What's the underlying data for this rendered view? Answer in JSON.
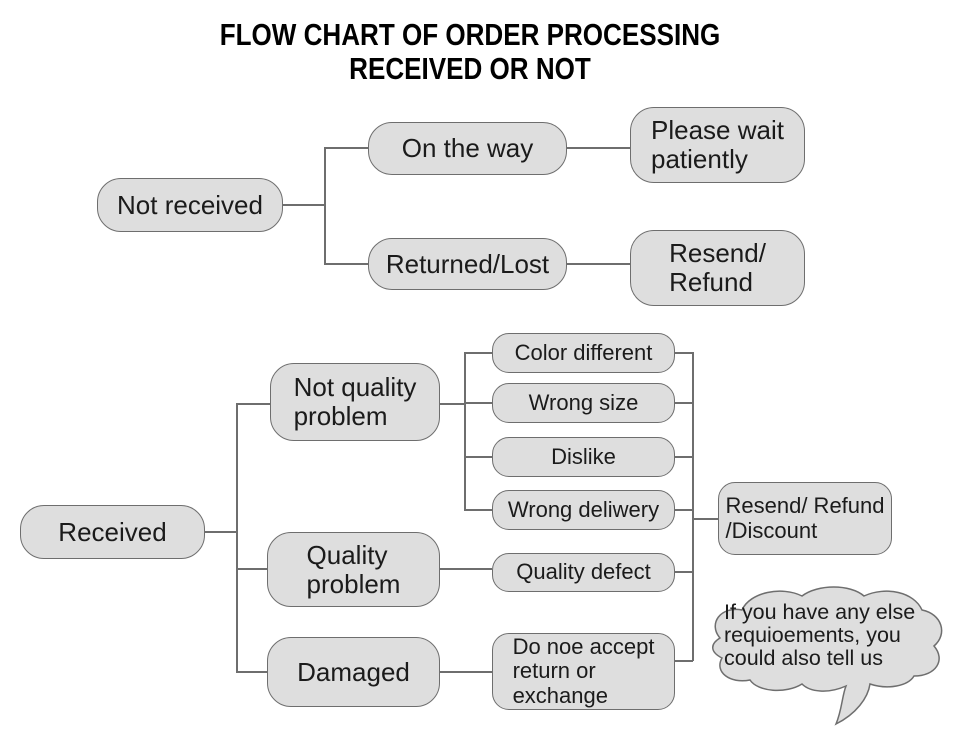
{
  "title": {
    "line1": "FLOW CHART OF ORDER PROCESSING",
    "line2": "RECEIVED OR NOT"
  },
  "colors": {
    "box_fill": "#dedede",
    "box_border": "#6e6e6e",
    "line": "#6e6e6e",
    "text": "#1b1b1b"
  },
  "not_received_flow": {
    "root": "Not received",
    "on_the_way": "On the way",
    "please_wait": "Please wait\npatiently",
    "returned_lost": "Returned/Lost",
    "resend_refund": "Resend/\nRefund"
  },
  "received_flow": {
    "root": "Received",
    "not_quality_problem": "Not quality\nproblem",
    "quality_problem": "Quality\nproblem",
    "damaged": "Damaged",
    "color_different": "Color different",
    "wrong_size": "Wrong size",
    "dislike": "Dislike",
    "wrong_deliwery": "Wrong deliwery",
    "quality_defect": "Quality defect",
    "do_not_accept": "Do noe accept\nreturn or\nexchange",
    "resend_refund_discount": "Resend/ Refund\n/Discount",
    "bubble_note": "If you have any else\nrequioements, you\ncould also tell us"
  }
}
